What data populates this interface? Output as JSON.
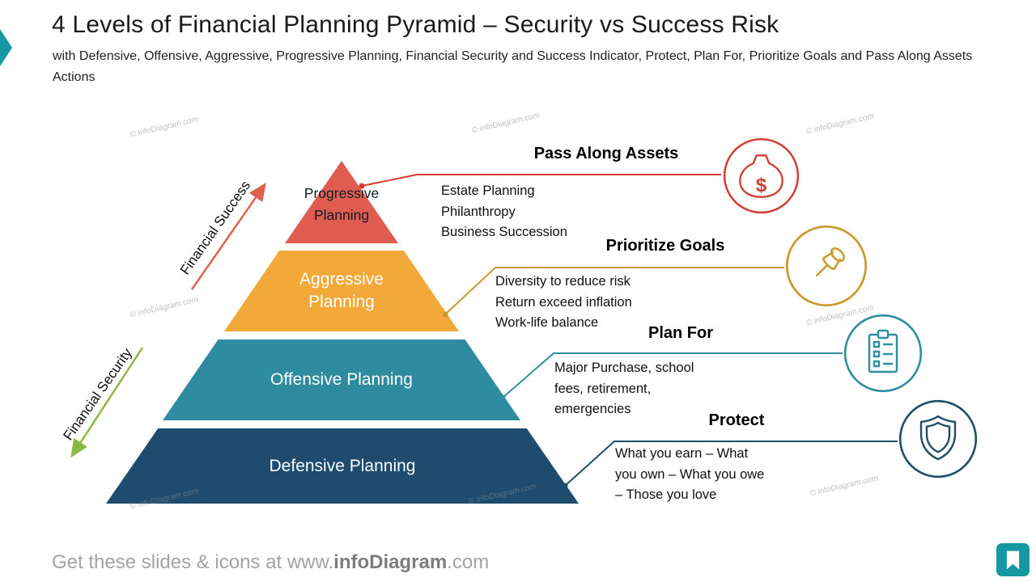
{
  "colors": {
    "progressive": "#e15c50",
    "aggressive": "#f3a93a",
    "offensive": "#2e8ba0",
    "defensive": "#1e4b6e",
    "success_arrow": "#e0604f",
    "security_arrow": "#8ab93f",
    "accent_teal": "#1598a2"
  },
  "header": {
    "title": "4 Levels of Financial Planning Pyramid – Security vs Success Risk",
    "subtitle": "with Defensive, Offensive, Aggressive, Progressive Planning, Financial Security and Success Indicator, Protect, Plan For, Prioritize Goals and Pass Along Assets Actions"
  },
  "pyramid": {
    "levels": [
      {
        "label": "Progressive\nPlanning",
        "color": "#e15c50"
      },
      {
        "label": "Aggressive\nPlanning",
        "color": "#f3a93a"
      },
      {
        "label": "Offensive Planning",
        "color": "#2e8ba0"
      },
      {
        "label": "Defensive Planning",
        "color": "#1e4b6e"
      }
    ]
  },
  "axes": {
    "success_label": "Financial Success",
    "security_label": "Financial Security"
  },
  "callouts": [
    {
      "heading": "Pass Along Assets",
      "description": "Estate Planning\nPhilanthropy\nBusiness Succession",
      "color": "#d23f33",
      "icon": "money-bag-icon"
    },
    {
      "heading": "Prioritize Goals",
      "description": "Diversity to reduce risk\nReturn exceed inflation\nWork-life balance",
      "color": "#c9992e",
      "icon": "push-pin-icon"
    },
    {
      "heading": "Plan For",
      "description": "Major Purchase, school\nfees, retirement,\nemergencies",
      "color": "#2f8fa0",
      "icon": "checklist-icon"
    },
    {
      "heading": "Protect",
      "description": "What you earn – What\nyou own – What you owe\n– Those you love",
      "color": "#1f4f68",
      "icon": "shield-icon"
    }
  ],
  "watermark": "© infoDiagram.com",
  "footer": {
    "prefix": "Get these slides & icons at www.",
    "bold": "infoDiagram",
    "suffix": ".com"
  }
}
